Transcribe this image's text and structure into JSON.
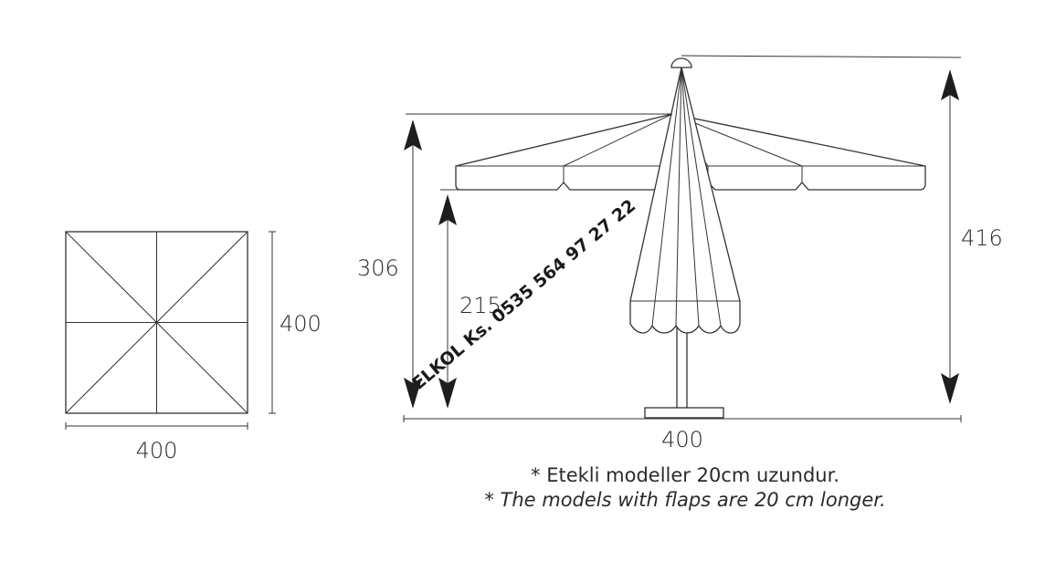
{
  "top_view": {
    "width_label": "400",
    "depth_label": "400"
  },
  "side_view": {
    "height_total_label": "416",
    "height_canopy_label": "306",
    "clearance_label": "215",
    "width_label": "400"
  },
  "notes": {
    "turkish": "* Etekli modeller 20cm uzundur.",
    "english": "* The models with flaps are 20 cm longer."
  },
  "watermark": {
    "text": "ELKOL Ks. 0535 564 97 27 22"
  },
  "colors": {
    "line": "#333333",
    "arrow": "#1e1e1e",
    "background": "#ffffff"
  }
}
